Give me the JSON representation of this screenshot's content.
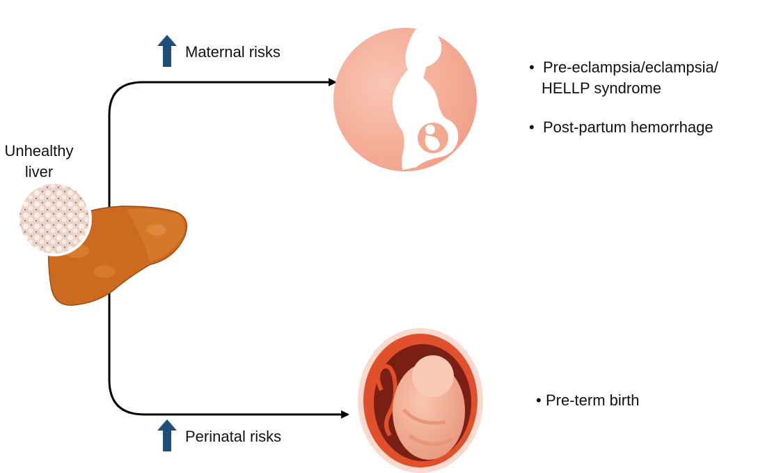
{
  "liver_label_line1": "Unhealthy",
  "liver_label_line2": "liver",
  "maternal": {
    "label": "Maternal risks",
    "bullets": [
      "Pre-eclampsia/eclampsia/",
      "HELLP syndrome",
      "Post-partum hemorrhage"
    ]
  },
  "perinatal": {
    "label": "Perinatal risks",
    "bullets": [
      "Pre-term birth"
    ]
  },
  "bullet_symbol": "•",
  "colors": {
    "arrow_up": "#1f4e79",
    "liver": "#cc6a1f",
    "mother_circle": "#f6b5a0",
    "womb": "#e0502a"
  }
}
